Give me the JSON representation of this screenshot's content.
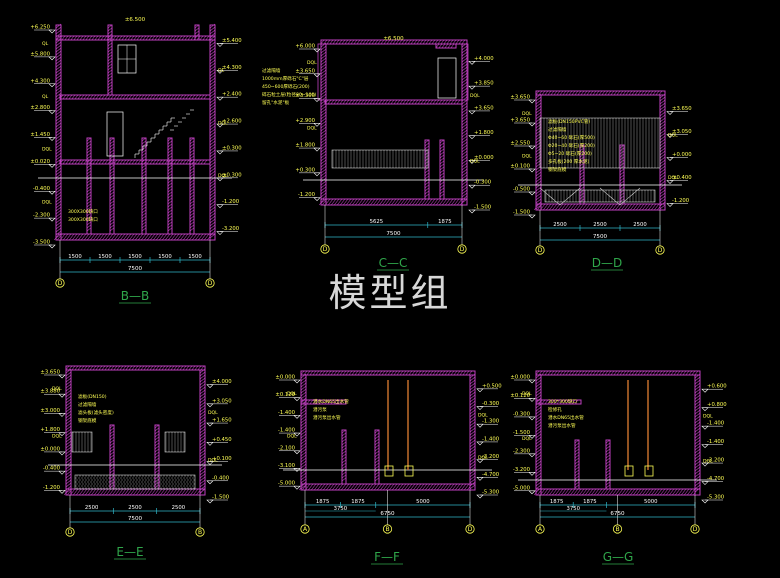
{
  "watermark": "模型组",
  "colors": {
    "background": "#000000",
    "wall": "#c040c0",
    "dimension": "#2fb6c8",
    "grid_line": "#ffffff",
    "annotation": "#ffff55",
    "title": "#2fa64a",
    "level": "#ffffff",
    "axis_bubble": "#ffff55",
    "hatch_fill": "#d0d0d0",
    "pipe": "#d0762e"
  },
  "sections": [
    {
      "id": "B-B",
      "title": "B—B",
      "top_level": "±6.500",
      "levels": [
        "+6.250",
        "±5.400",
        "±5.800",
        "±4.300",
        "+4.300",
        "+2.400",
        "±2.800",
        "+2.600",
        "±1.450",
        "±0.300",
        "±0.020",
        "±0.300",
        "-0.400",
        "-1.200",
        "-2.300",
        "-3.200",
        "-3.500"
      ],
      "wall_codes": [
        "QL",
        "QL",
        "QL",
        "DQL",
        "DQL",
        "DQL",
        "DQL"
      ],
      "notes": [
        "300X300缺口",
        "300X300缺口"
      ],
      "dimensions": [
        "1500",
        "1500",
        "1500",
        "1500",
        "1500"
      ],
      "total": "7500",
      "axes": [
        "D",
        "D"
      ]
    },
    {
      "id": "C-C",
      "title": "C—C",
      "top_level": "±6.500",
      "levels": [
        "+6.000",
        "+4.000",
        "±3.650",
        "+3.850",
        "±3.300",
        "+3.650",
        "+2.900",
        "+1.800",
        "±1.800",
        "±0.000",
        "+0.300",
        "-0.300",
        "-1.200",
        "-1.500"
      ],
      "wall_codes": [
        "DQL",
        "DQL",
        "DQL",
        "DQL"
      ],
      "notes": [
        "过滤隔墙",
        "1000mm厚砾石\"C\"层",
        "450~600厚砾石(200)",
        "碎石粒土层(粒径80~100)",
        "留孔\"水泥\"板"
      ],
      "dimensions": [
        "5625",
        "1875"
      ],
      "total": "7500",
      "axes": [
        "D",
        "D"
      ]
    },
    {
      "id": "D-D",
      "title": "D—D",
      "top_level": "",
      "levels": [
        "±3.650",
        "±3.650",
        "+3.650",
        "±3.050",
        "±2.550",
        "+0.000",
        "±0.100",
        "±0.400",
        "-0.500",
        "-1.200",
        "-1.500"
      ],
      "wall_codes": [
        "DQL",
        "DQL",
        "DQL",
        "DQL"
      ],
      "notes": [
        "滤板(DN150PVC管)",
        "过滤隔墙",
        "Φ40~60 砾石(厚500)",
        "Φ20~40 砾石(厚200)",
        "Φ5~20 砾石(厚200)",
        "多孔板(200 厚水泥)",
        "钢架底模"
      ],
      "dimensions": [
        "2500",
        "2500",
        "2500"
      ],
      "total": "7500",
      "axes": [
        "D",
        "D"
      ]
    },
    {
      "id": "E-E",
      "title": "E—E",
      "top_level": "",
      "levels": [
        "±3.650",
        "±4.000",
        "±3.880",
        "+3.050",
        "±3.000",
        "+1.650",
        "+1.800",
        "+0.450",
        "±0.000",
        "+0.100",
        "-0.400",
        "-0.400",
        "-1.200",
        "-1.500"
      ],
      "wall_codes": [
        "DQL",
        "DQL",
        "DQL",
        "DQL"
      ],
      "notes": [
        "滤板(DN150)",
        "过滤隔墙",
        "滤头板(滤头密度)",
        "钢架底模"
      ],
      "dimensions": [
        "2500",
        "2500",
        "2500"
      ],
      "total": "7500",
      "axes": [
        "D",
        "B"
      ]
    },
    {
      "id": "F-F",
      "title": "F—F",
      "top_level": "",
      "levels": [
        "±0.000",
        "+0.500",
        "±0.120",
        "-0.300",
        "-1.400",
        "-1.300",
        "-1.400",
        "-1.400",
        "-2.100",
        "-3.200",
        "-3.100",
        "-4.700",
        "-5.000",
        "-5.300"
      ],
      "wall_codes": [
        "DQL",
        "DQL",
        "DQL",
        "DQL"
      ],
      "notes": [
        "潜水DN65出水管",
        "潜污泵",
        "潜污泵出水管"
      ],
      "dimensions": [
        "1875",
        "1875",
        "5000"
      ],
      "sub_total": "3750",
      "total": "6750",
      "axes": [
        "A",
        "B",
        "D"
      ]
    },
    {
      "id": "G-G",
      "title": "G—G",
      "top_level": "",
      "levels": [
        "±0.000",
        "+0.600",
        "±0.120",
        "+0.800",
        "-0.300",
        "-1.400",
        "-1.500",
        "-1.400",
        "-2.300",
        "-3.200",
        "-3.200",
        "-4.700",
        "-5.000",
        "-5.300"
      ],
      "wall_codes": [
        "DQL",
        "DQL",
        "DQL",
        "DQL"
      ],
      "notes": [
        "300*300缺口",
        "检修孔",
        "潜水DN65出水管",
        "潜污泵出水管"
      ],
      "dimensions": [
        "1875",
        "1875",
        "5000"
      ],
      "sub_total": "3750",
      "total": "6750",
      "axes": [
        "A",
        "B",
        "D"
      ]
    }
  ]
}
